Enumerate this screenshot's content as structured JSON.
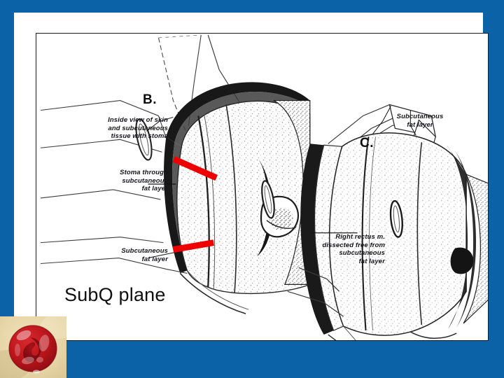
{
  "slide": {
    "background_color": "#0B62A6",
    "canvas_color": "#ffffff",
    "title": "SubQ plane"
  },
  "figure": {
    "panels": [
      {
        "letter": "B."
      },
      {
        "letter": "C."
      }
    ],
    "callouts": [
      {
        "id": "inside-view",
        "text": "Inside view of skin\nand subcutaneous\ntissue with stoma",
        "panel": "B"
      },
      {
        "id": "stoma-through",
        "text": "Stoma through\nsubcutaneous\nfat layer",
        "panel": "B"
      },
      {
        "id": "subcutaneous-fat-layer-b",
        "text": "Subcutaneous\nfat layer",
        "panel": "B"
      },
      {
        "id": "subcutaneous-fat-layer-c",
        "text": "Subcutaneous\nfat layer",
        "panel": "C"
      },
      {
        "id": "right-rectus",
        "text": "Right rectus m.\ndissected free from\nsubcutaneous\nfat layer",
        "panel": "C"
      }
    ],
    "annotations": {
      "marker_color": "#ee0000",
      "marker_count": 2
    }
  },
  "photo": {
    "name": "stoma-photograph",
    "skin_color": "#e8d8a8",
    "stoma_color": "#c0151b"
  }
}
